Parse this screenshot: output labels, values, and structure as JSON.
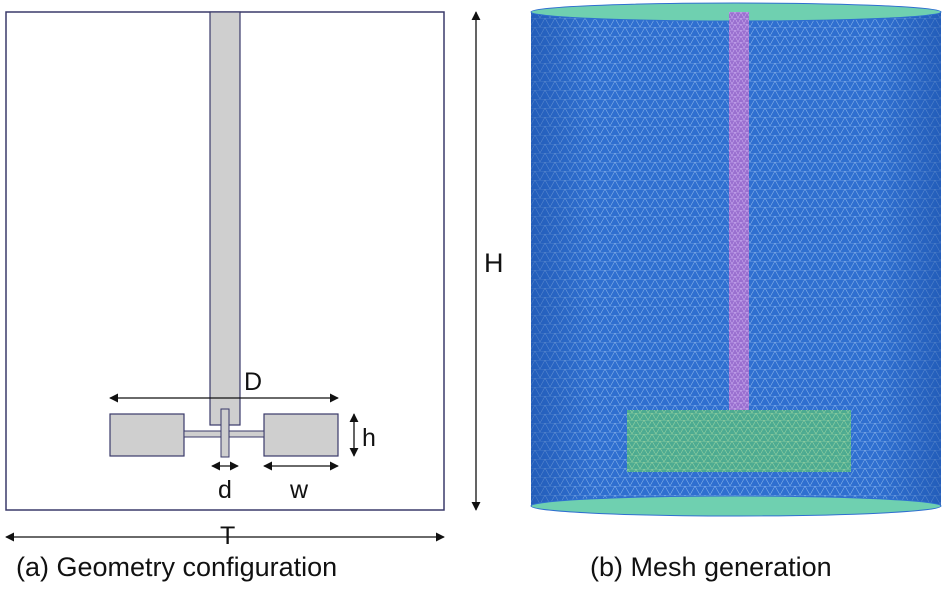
{
  "labels": {
    "H": "H",
    "T": "T",
    "D": "D",
    "h": "h",
    "d": "d",
    "w": "w"
  },
  "captions": {
    "a": "(a)  Geometry configuration",
    "b": "(b)  Mesh generation"
  },
  "colors": {
    "outline": "#3a3a6a",
    "part_fill": "#cfcfcf",
    "mesh_blue": "#2f6fd0",
    "mesh_edge": "#8fd0c0",
    "impeller_green": "#5fc07a",
    "shaft_purple": "#a070d0"
  }
}
